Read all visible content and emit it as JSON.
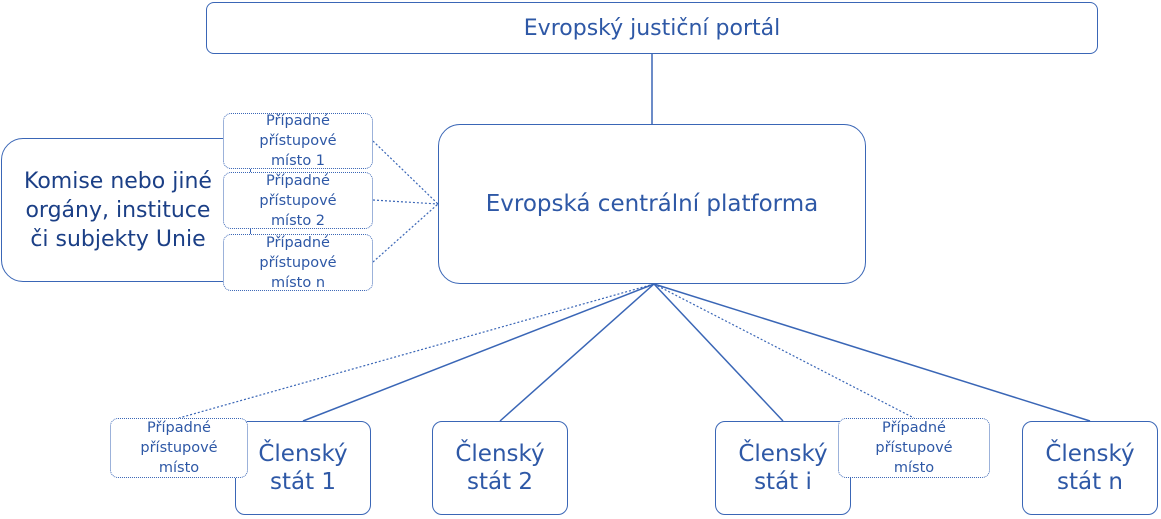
{
  "colors": {
    "border": "#3a66b6",
    "text": "#2e58a6",
    "text_dark": "#1b3f86",
    "background": "#ffffff"
  },
  "portal": {
    "label": "Evropský justiční portál"
  },
  "platform": {
    "label": "Evropská centrální platforma"
  },
  "union_bodies": {
    "label": "Komise nebo jiné\norgány, instituce\nči subjekty Unie"
  },
  "access_points": [
    {
      "label": "Případné\npřístupové\nmísto 1"
    },
    {
      "label": "Případné\npřístupové\nmísto 2"
    },
    {
      "label": "Případné\npřístupové\nmísto n"
    }
  ],
  "member_state_access_points": [
    {
      "label": "Případné\npřístupové\nmísto"
    },
    {
      "label": "Případné\npřístupové\nmísto"
    }
  ],
  "member_states": [
    {
      "label": "Členský\nstát 1"
    },
    {
      "label": "Členský\nstát 2"
    },
    {
      "label": "Členský\nstát i"
    },
    {
      "label": "Členský\nstát n"
    }
  ]
}
